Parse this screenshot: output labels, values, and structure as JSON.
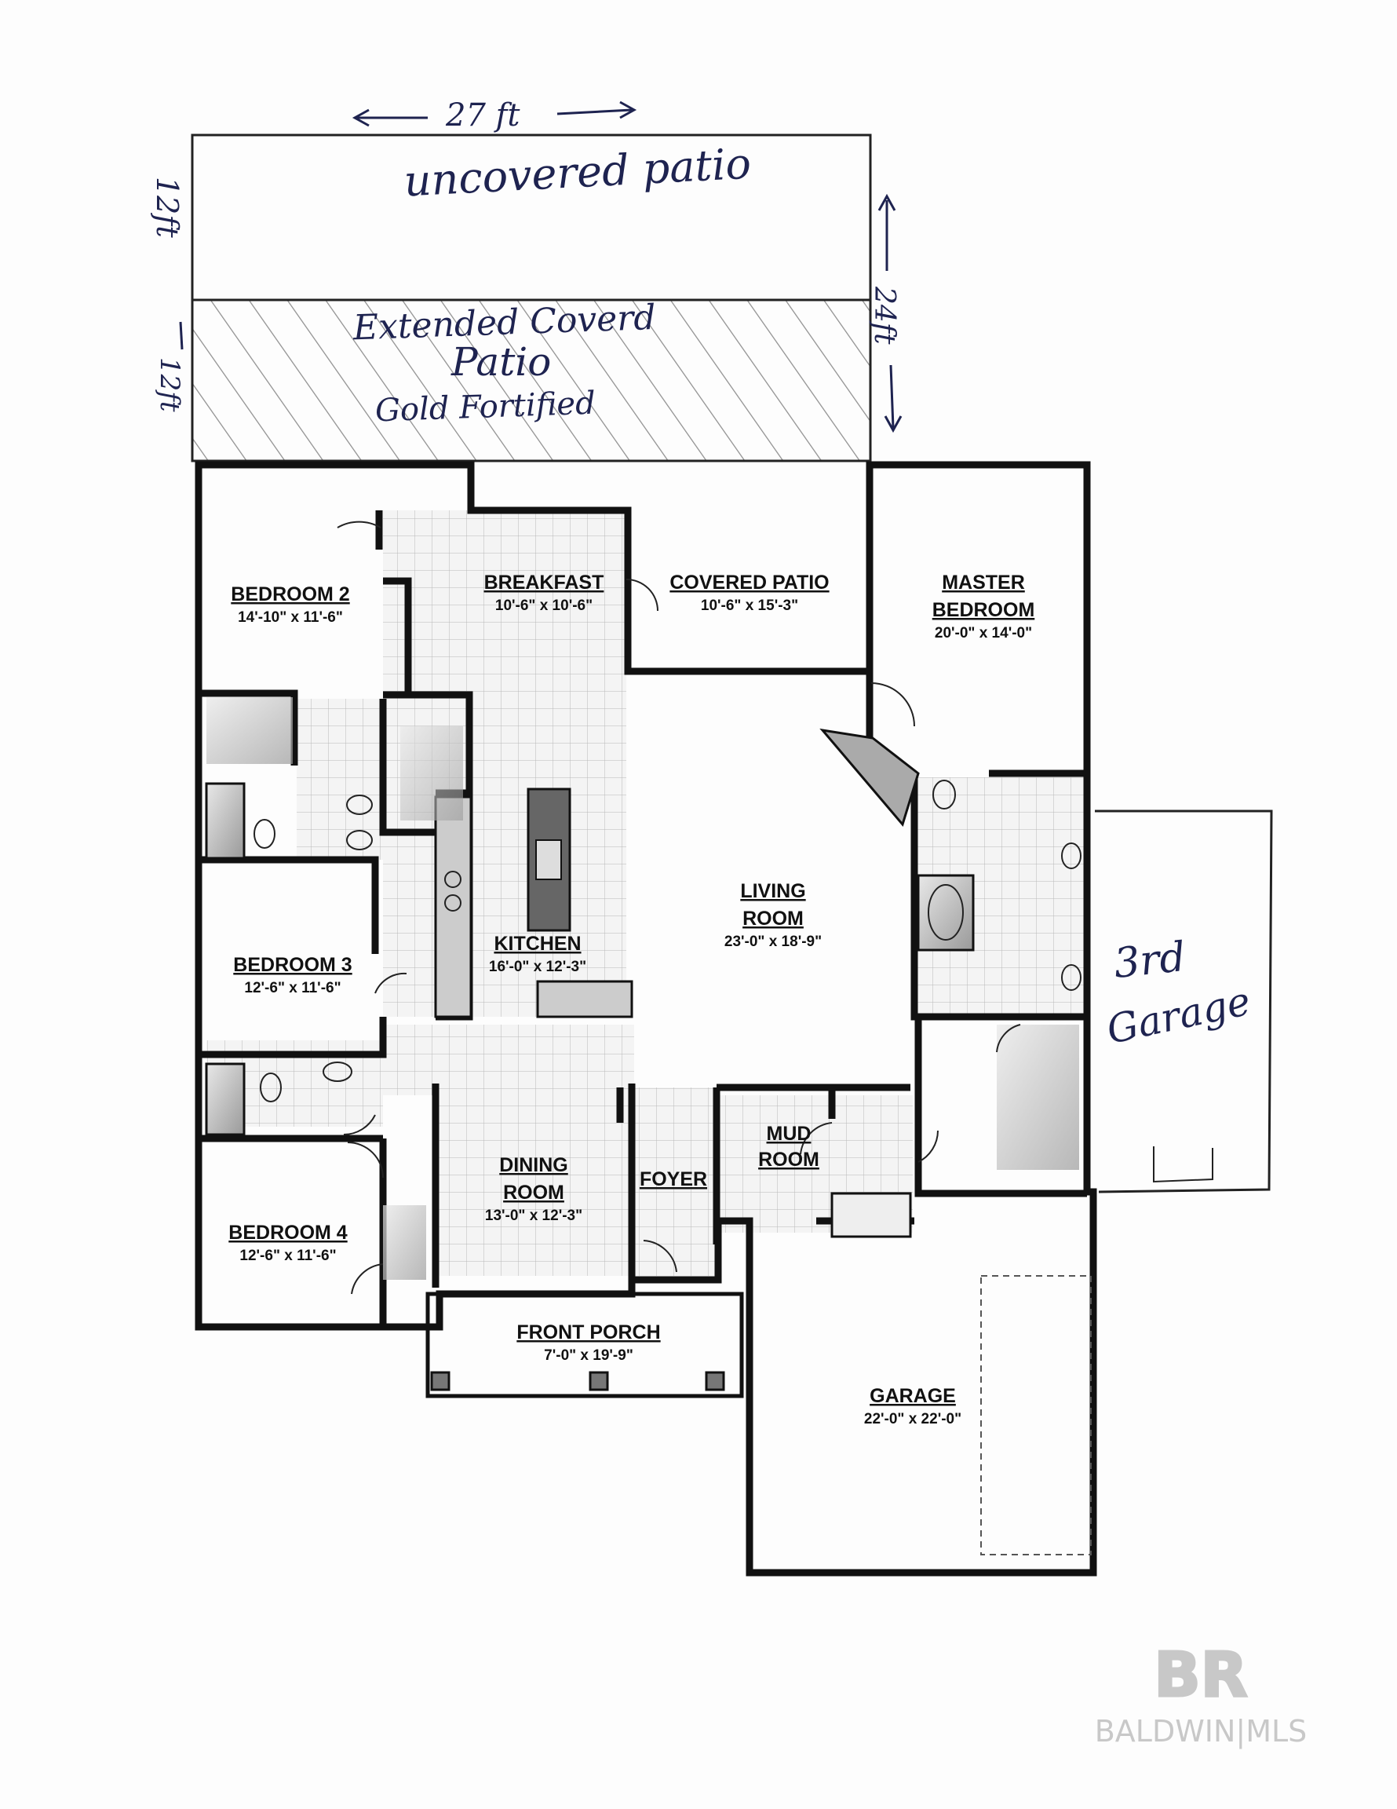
{
  "patio_extension": {
    "width_label": "27 ft",
    "uncovered_label": "uncovered patio",
    "uncovered_depth": "12ft",
    "covered_line1": "Extended Coverd",
    "covered_line2": "Patio",
    "covered_line3": "Gold Fortified",
    "covered_depth": "12ft",
    "total_depth": "24ft"
  },
  "rooms": {
    "bedroom2": {
      "name": "BEDROOM 2",
      "dims": "14'-10\" x 11'-6\""
    },
    "breakfast": {
      "name": "BREAKFAST",
      "dims": "10'-6\" x 10'-6\""
    },
    "covered_patio": {
      "name": "COVERED PATIO",
      "dims": "10'-6\" x 15'-3\""
    },
    "master_line1": "MASTER",
    "master_line2": "BEDROOM",
    "master_dims": "20'-0\" x 14'-0\"",
    "living_line1": "LIVING",
    "living_line2": "ROOM",
    "living_dims": "23'-0\" x 18'-9\"",
    "kitchen": {
      "name": "KITCHEN",
      "dims": "16'-0\" x 12'-3\""
    },
    "bedroom3": {
      "name": "BEDROOM 3",
      "dims": "12'-6\" x 11'-6\""
    },
    "dining_line1": "DINING",
    "dining_line2": "ROOM",
    "dining_dims": "13'-0\" x 12'-3\"",
    "foyer": {
      "name": "FOYER"
    },
    "mud_line1": "MUD",
    "mud_line2": "ROOM",
    "bedroom4": {
      "name": "BEDROOM 4",
      "dims": "12'-6\" x 11'-6\""
    },
    "front_porch": {
      "name": "FRONT PORCH",
      "dims": "7'-0\" x 19'-9\""
    },
    "garage": {
      "name": "GARAGE",
      "dims": "22'-0\" x 22'-0\""
    }
  },
  "third_garage": {
    "line1": "3rd",
    "line2": "Garage"
  },
  "watermark": {
    "logo": "BR",
    "text": "BALDWIN|MLS"
  }
}
